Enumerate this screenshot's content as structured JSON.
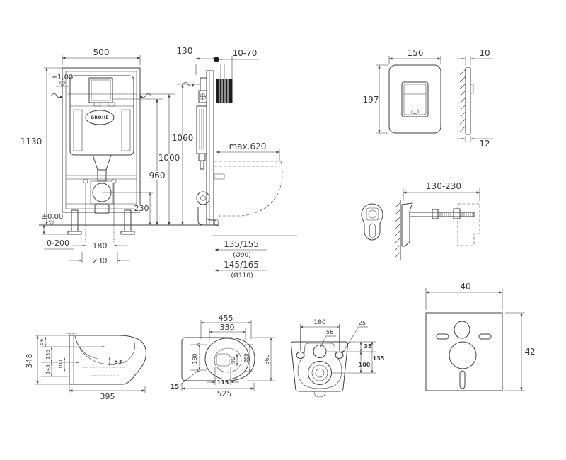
{
  "colors": {
    "line": "#3f3f3f",
    "text": "#3a3a3a",
    "dark_fill": "#1e1e1e",
    "background": "#ffffff"
  },
  "frame_front": {
    "width": "500",
    "height": "1130",
    "level_top": "+1,00",
    "level_zero": "±0,00",
    "foot_range": "0-200",
    "bolt_span": "180",
    "drain_span": "230",
    "drain_height": "230",
    "brand": "GROHE"
  },
  "frame_side": {
    "depth": "130",
    "wall_offset": "10-70",
    "h_supply": "1060",
    "h_actuator": "1000",
    "h_button": "960",
    "reach": "max.620",
    "outlet_a": "135/155",
    "outlet_a_dia": "(Ø90)",
    "outlet_b": "145/165",
    "outlet_b_dia": "(Ø110)"
  },
  "flush_plate": {
    "width": "156",
    "height": "197",
    "thickness_top": "10",
    "thickness_bottom": "12"
  },
  "wall_bracket": {
    "range": "130-230"
  },
  "sound_pad": {
    "width": "40",
    "height": "42"
  },
  "bowl_side": {
    "height": "348",
    "depth": "395",
    "d1": "56",
    "d2": "136",
    "d3": "145",
    "d4": "100",
    "d5": "53"
  },
  "bowl_plan": {
    "outer_len": "455",
    "seat_len": "330",
    "back_width": "180",
    "drain_width": "90",
    "inner_width": "260",
    "width": "360",
    "drain_offset": "115",
    "corner": "15",
    "total_len": "525"
  },
  "bowl_rear": {
    "hole_span": "180",
    "inlet_dia": "56",
    "hole_dia": "25",
    "top_offset": "35",
    "mid_offset": "100",
    "total_offset": "135"
  }
}
